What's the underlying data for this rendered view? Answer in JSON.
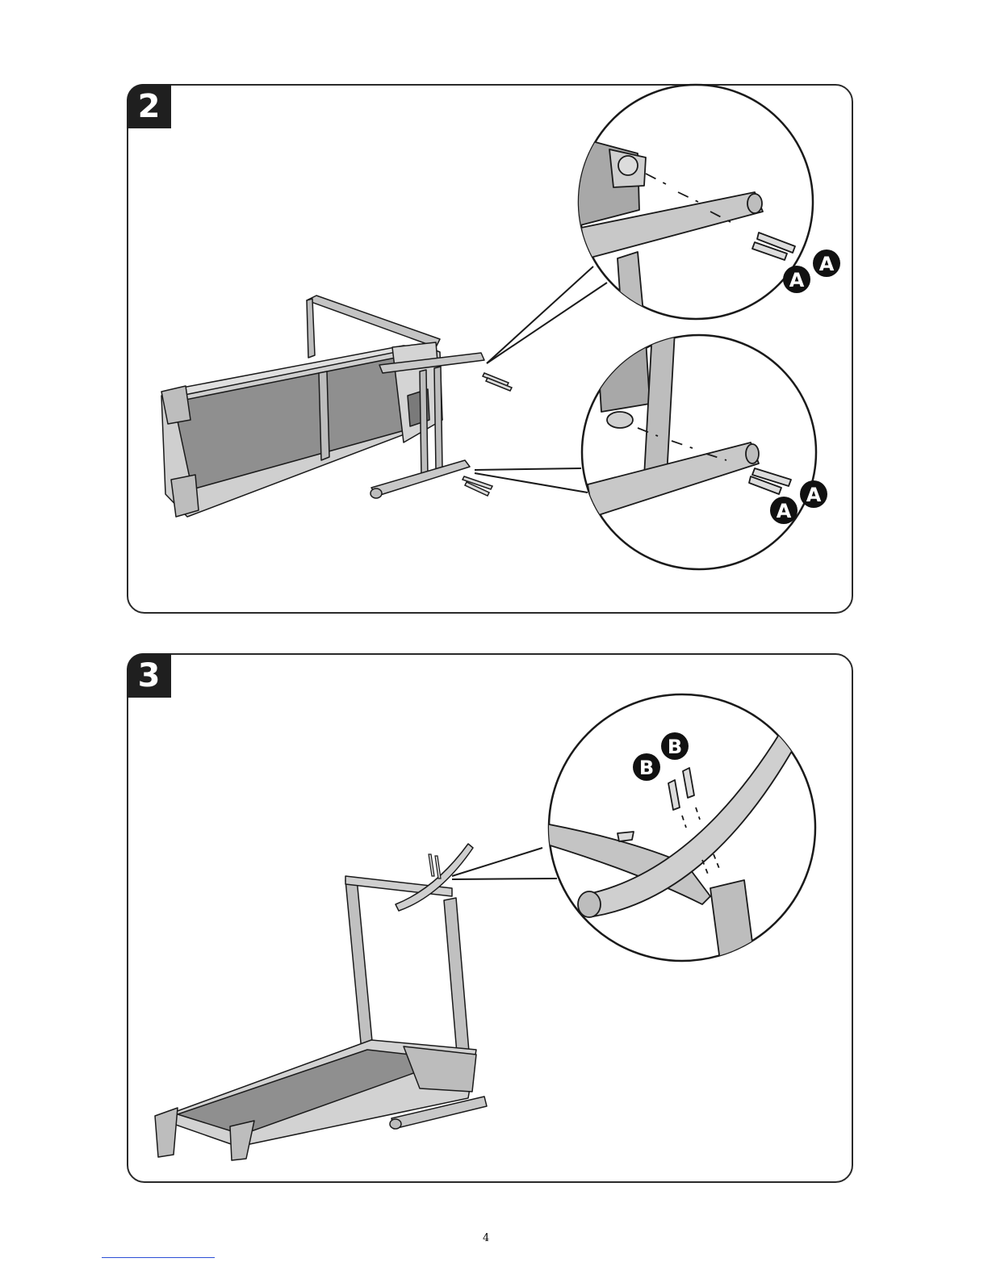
{
  "steps": [
    {
      "number": "2",
      "part_labels": [
        "A",
        "A",
        "A",
        "A"
      ]
    },
    {
      "number": "3",
      "part_labels": [
        "B",
        "B"
      ]
    }
  ],
  "page": {
    "number": "4"
  },
  "colors": {
    "metal": "#bdbdbd",
    "deck": "#9a9a9a",
    "outline": "#1a1a1a",
    "badge": "#1f1f1f"
  }
}
